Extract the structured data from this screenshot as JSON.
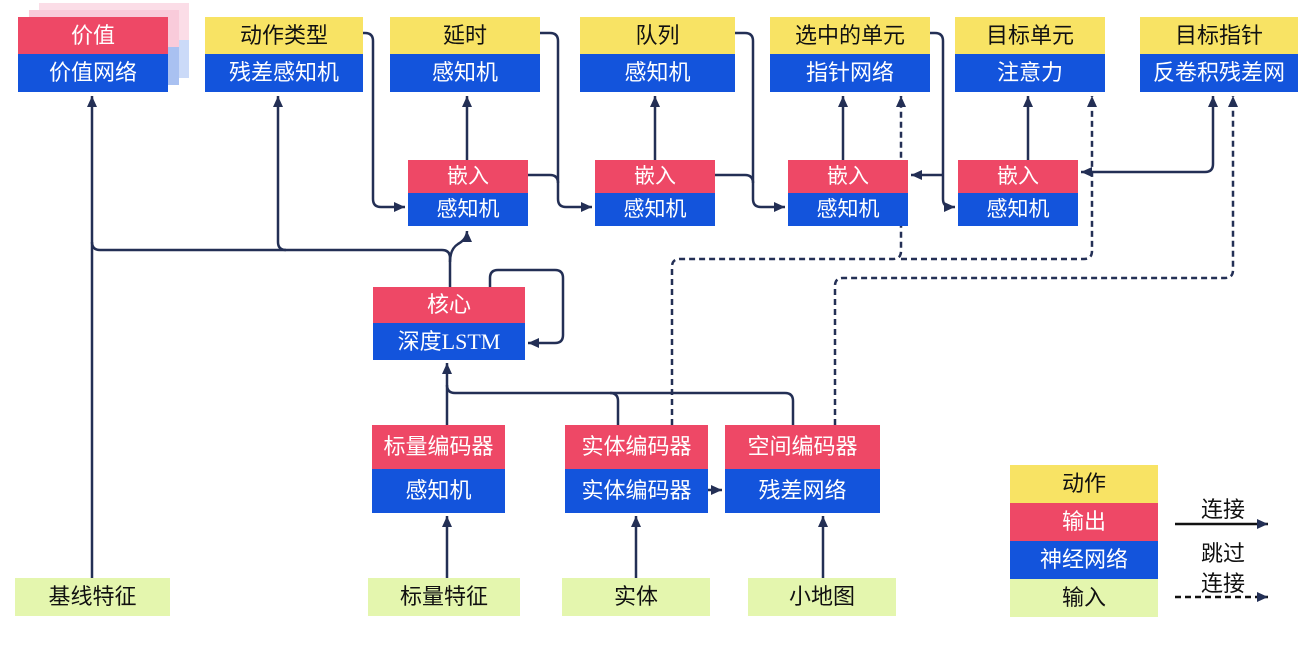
{
  "nodes": {
    "value": {
      "title": "价值",
      "subtitle": "价值网络"
    },
    "action_type": {
      "title": "动作类型",
      "subtitle": "残差感知机"
    },
    "delay": {
      "title": "延时",
      "subtitle": "感知机"
    },
    "queue": {
      "title": "队列",
      "subtitle": "感知机"
    },
    "selected_units": {
      "title": "选中的单元",
      "subtitle": "指针网络"
    },
    "target_unit": {
      "title": "目标单元",
      "subtitle": "注意力"
    },
    "target_pointer": {
      "title": "目标指针",
      "subtitle": "反卷积残差网"
    },
    "embed1": {
      "title": "嵌入",
      "subtitle": "感知机"
    },
    "embed2": {
      "title": "嵌入",
      "subtitle": "感知机"
    },
    "embed3": {
      "title": "嵌入",
      "subtitle": "感知机"
    },
    "embed4": {
      "title": "嵌入",
      "subtitle": "感知机"
    },
    "core": {
      "title": "核心",
      "subtitle": "深度LSTM"
    },
    "scalar_encoder": {
      "title": "标量编码器",
      "subtitle": "感知机"
    },
    "entity_encoder": {
      "title": "实体编码器",
      "subtitle": "实体编码器"
    },
    "spatial_encoder": {
      "title": "空间编码器",
      "subtitle": "残差网络"
    },
    "baseline_features": {
      "label": "基线特征"
    },
    "scalar_features": {
      "label": "标量特征"
    },
    "entities": {
      "label": "实体"
    },
    "minimap": {
      "label": "小地图"
    }
  },
  "legend": {
    "action": "动作",
    "output": "输出",
    "neural_network": "神经网络",
    "input": "输入",
    "connection": "连接",
    "skip_line1": "跳过",
    "skip_line2": "连接"
  },
  "colors": {
    "action_yellow": "#F8E364",
    "output_red": "#EE4866",
    "network_blue": "#1354DC",
    "input_green": "#E4F6AE",
    "wire_navy": "#232F55"
  }
}
